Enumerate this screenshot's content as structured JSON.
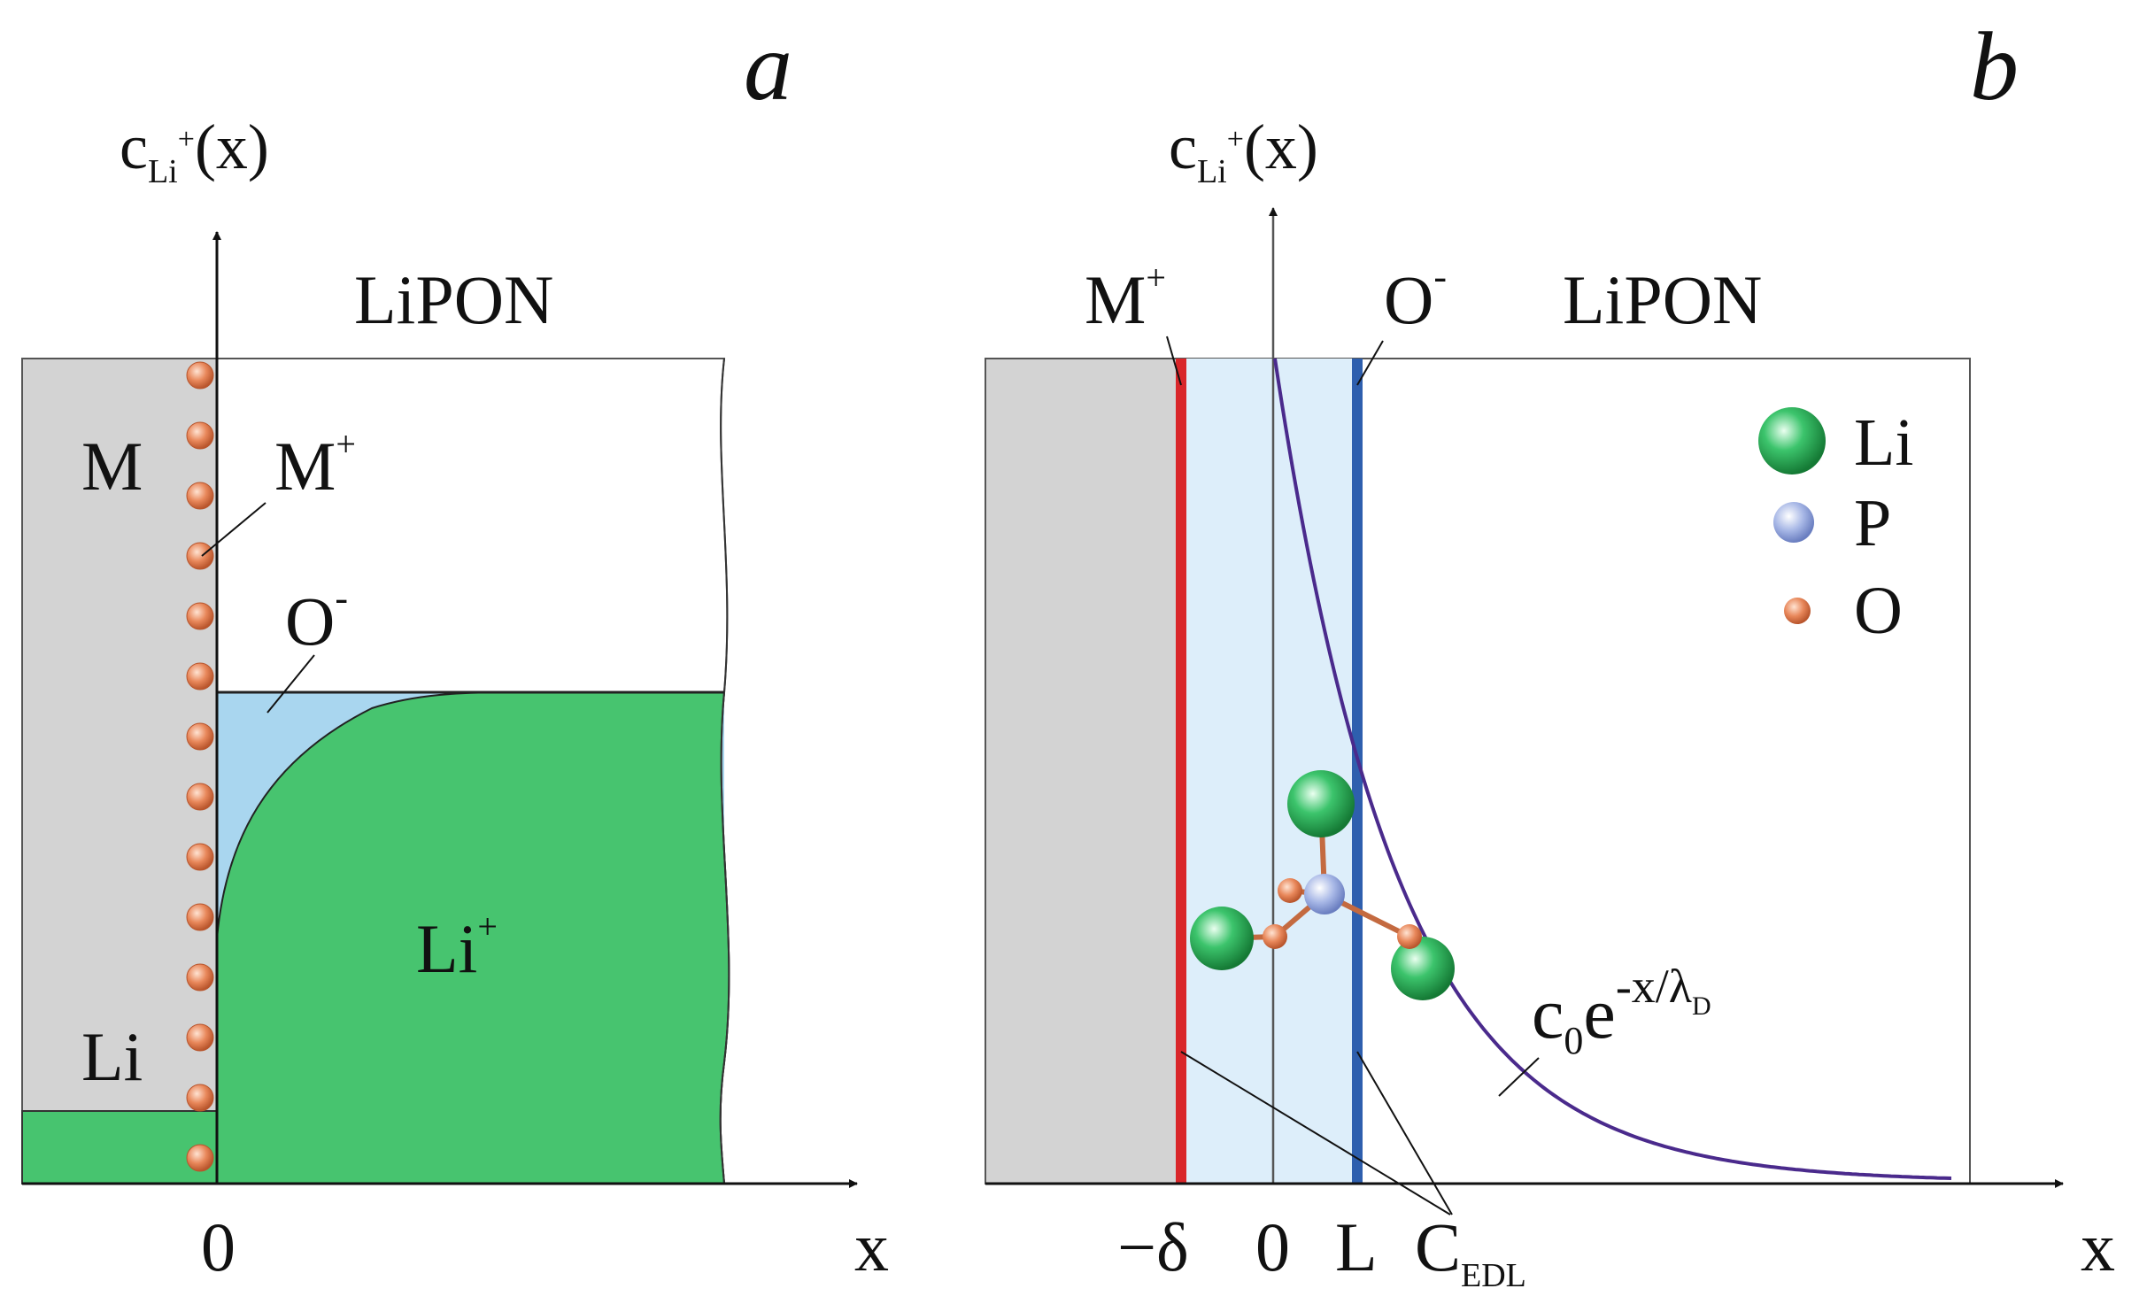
{
  "panel_a": {
    "panel_label": "a",
    "y_axis": {
      "symbol": "c",
      "subscript": "Li",
      "superscript": "+",
      "argument": "(x)"
    },
    "x_axis_label": "x",
    "origin_label": "0",
    "electrolyte_label": "LiPON",
    "metal_label": "M",
    "metal_ion_label": {
      "base": "M",
      "sup": "+"
    },
    "oxygen_ion_label": {
      "base": "O",
      "sup": "-"
    },
    "lithium_label": "Li",
    "li_ion_label": {
      "base": "Li",
      "sup": "+"
    }
  },
  "panel_b": {
    "panel_label": "b",
    "y_axis": {
      "symbol": "c",
      "subscript": "Li",
      "superscript": "+",
      "argument": "(x)"
    },
    "x_axis_label": "x",
    "electrolyte_label": "LiPON",
    "metal_ion_label": {
      "base": "M",
      "sup": "+"
    },
    "oxygen_ion_label": {
      "base": "O",
      "sup": "-"
    },
    "tick_labels": [
      "−δ",
      "0",
      "L"
    ],
    "capacitance_label": {
      "base": "C",
      "sub": "EDL"
    },
    "curve_label": {
      "base": "c",
      "sub0": "0",
      "e": "e",
      "exponent": "-x/λ",
      "exp_sub": "D"
    },
    "legend": [
      {
        "label": "Li",
        "color": "#3cc46c"
      },
      {
        "label": "P",
        "color": "#9fb0e0"
      },
      {
        "label": "O",
        "color": "#e8875a"
      }
    ]
  },
  "colors": {
    "metal_gray": "#d3d3d3",
    "li_green": "#47c46f",
    "edl_light_blue": "#a9d6ef",
    "edl_band": "#ddeefa",
    "metal_plane_red": "#d9262a",
    "oxygen_plane_blue": "#2e5fae",
    "curve_purple": "#4a2a8c",
    "oxygen_dot": "#e8875a"
  }
}
